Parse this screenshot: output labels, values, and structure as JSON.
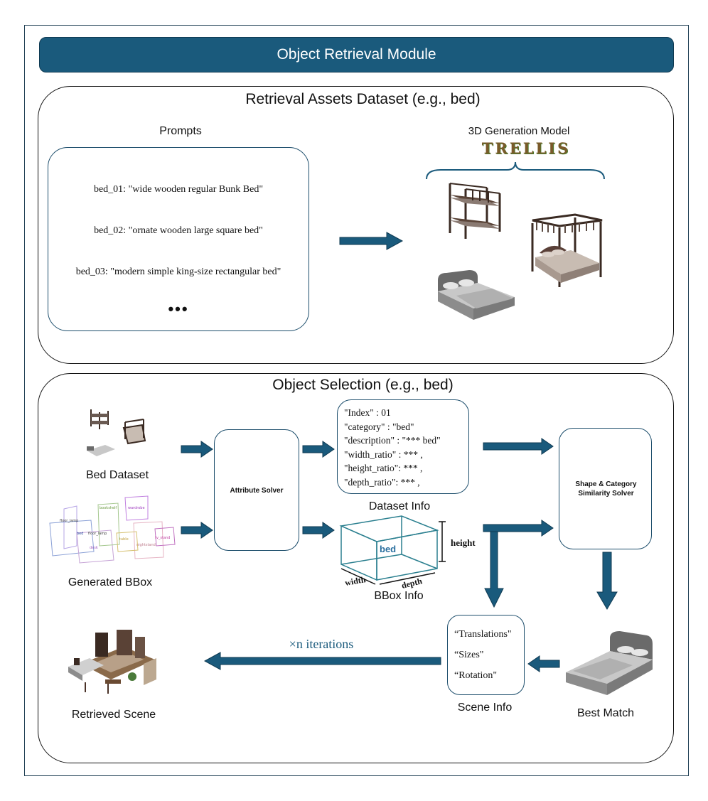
{
  "module_title": "Object Retrieval Module",
  "retrieval": {
    "title": "Retrieval Assets Dataset (e.g., bed)",
    "prompts_label": "Prompts",
    "prompts": [
      "bed_01: \"wide wooden regular Bunk Bed\"",
      "bed_02: \"ornate wooden large square bed\"",
      "bed_03: \"modern simple king-size rectangular bed\""
    ],
    "ellipsis": "•••",
    "gen_model_label": "3D Generation Model",
    "gen_model_logo": "TRELLIS"
  },
  "selection": {
    "title": "Object Selection (e.g., bed)",
    "bed_dataset_label": "Bed Dataset",
    "generated_bbox_label": "Generated BBox",
    "attribute_solver_label": "Attribute Solver",
    "dataset_info_label": "Dataset Info",
    "dataset_info_lines": [
      "\"Index\" : 01",
      "\"category\" : \"bed\"",
      "\"description\" : \"*** bed\"",
      "\"width_ratio\" : *** ,",
      "\"height_ratio\": *** ,",
      "\"depth_ratio\": *** ,"
    ],
    "bbox_info_label": "BBox Info",
    "bbox_center_label": "bed",
    "bbox_height_label": "height",
    "bbox_depth_label": "depth",
    "bbox_width_label": "width",
    "similarity_solver_label": "Shape & Category Similarity Solver",
    "scene_info_label": "Scene Info",
    "scene_info_lines": [
      "“Translations\"",
      "“Sizes\"",
      "“Rotation\""
    ],
    "best_match_label": "Best Match",
    "iterations_label": "×n iterations",
    "retrieved_scene_label": "Retrieved Scene",
    "bbox_tags": [
      "floor_lamp",
      "bed",
      "bookshelf",
      "wardrobe",
      "floor_lamp",
      "table",
      "tv_stand",
      "desk",
      "nightstand"
    ]
  },
  "colors": {
    "accent": "#1a5a7c",
    "arrow": "#1a5a7c",
    "arrow_edge": "#0f3a52",
    "bbox_line": "#2a7f8f",
    "bbox_text": "#2a6f9f"
  }
}
